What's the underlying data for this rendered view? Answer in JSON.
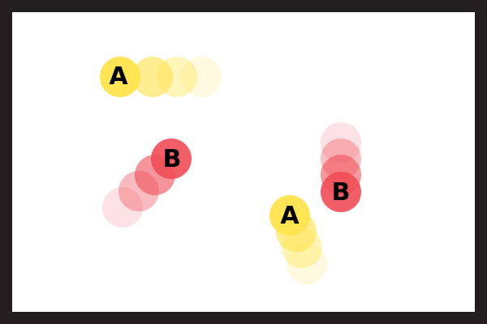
{
  "colors": {
    "frame": "#231f20",
    "background": "#ffffff",
    "ball_a": "#ffe44d",
    "ball_b": "#ef4d57",
    "label": "#000000"
  },
  "balls": {
    "a1": {
      "label": "A",
      "color": "ball_a"
    },
    "b1": {
      "label": "B",
      "color": "ball_b"
    },
    "a2": {
      "label": "A",
      "color": "ball_a"
    },
    "b2": {
      "label": "B",
      "color": "ball_b"
    }
  }
}
